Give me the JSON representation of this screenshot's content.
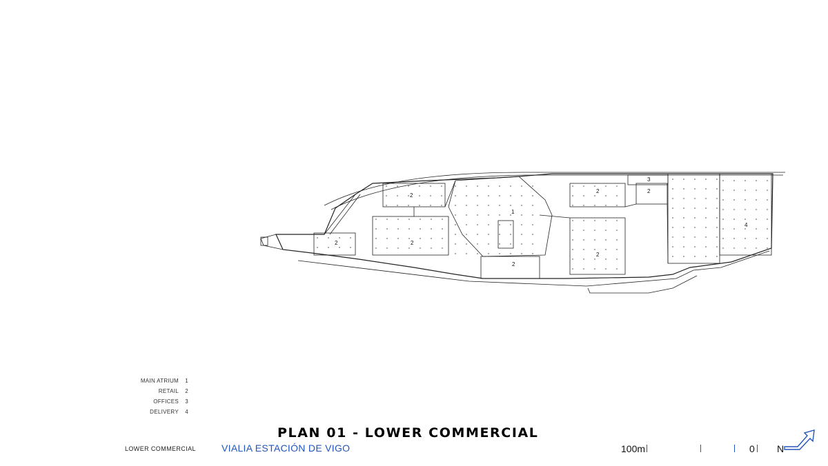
{
  "legend": [
    {
      "label": "Main Atrium",
      "num": "1"
    },
    {
      "label": "Retail",
      "num": "2"
    },
    {
      "label": "Offices",
      "num": "3"
    },
    {
      "label": "Delivery",
      "num": "4"
    }
  ],
  "title": "PLAN 01 - LOWER COMMERCIAL",
  "sheet_label": "LOWER COMMERCIAL",
  "project_name": "VIALIA ESTACIÓN DE VIGO",
  "scale": {
    "max_label": "100m",
    "min_label": "0"
  },
  "north_label": "N",
  "zone_labels": [
    "2",
    "2",
    "2",
    "2",
    "2",
    "2",
    "2",
    "1",
    "3",
    "4"
  ],
  "colors": {
    "line": "#222222",
    "accent": "#2255bb"
  }
}
